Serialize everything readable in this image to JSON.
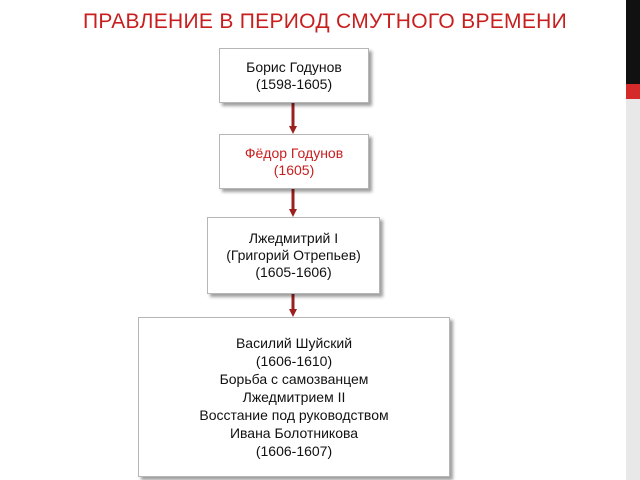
{
  "title": "ПРАВЛЕНИЕ В ПЕРИОД СМУТНОГО ВРЕМЕНИ",
  "colors": {
    "title": "#c81e1e",
    "connector": "#9b2020",
    "accent_bar_top": "#111111",
    "accent_bar_red": "#d42a2a"
  },
  "nodes": [
    {
      "lines": [
        "Борис Годунов",
        "(1598-1605)"
      ]
    },
    {
      "lines": [
        "Фёдор Годунов",
        "(1605)"
      ]
    },
    {
      "lines": [
        "Лжедмитрий I",
        "(Григорий Отрепьев)",
        "(1605-1606)"
      ]
    },
    {
      "lines": [
        "Василий Шуйский",
        "(1606-1610)",
        "Борьба с самозванцем",
        "Лжедмитрием II",
        "Восстание под руководством",
        "Ивана Болотникова",
        "(1606-1607)"
      ]
    }
  ]
}
